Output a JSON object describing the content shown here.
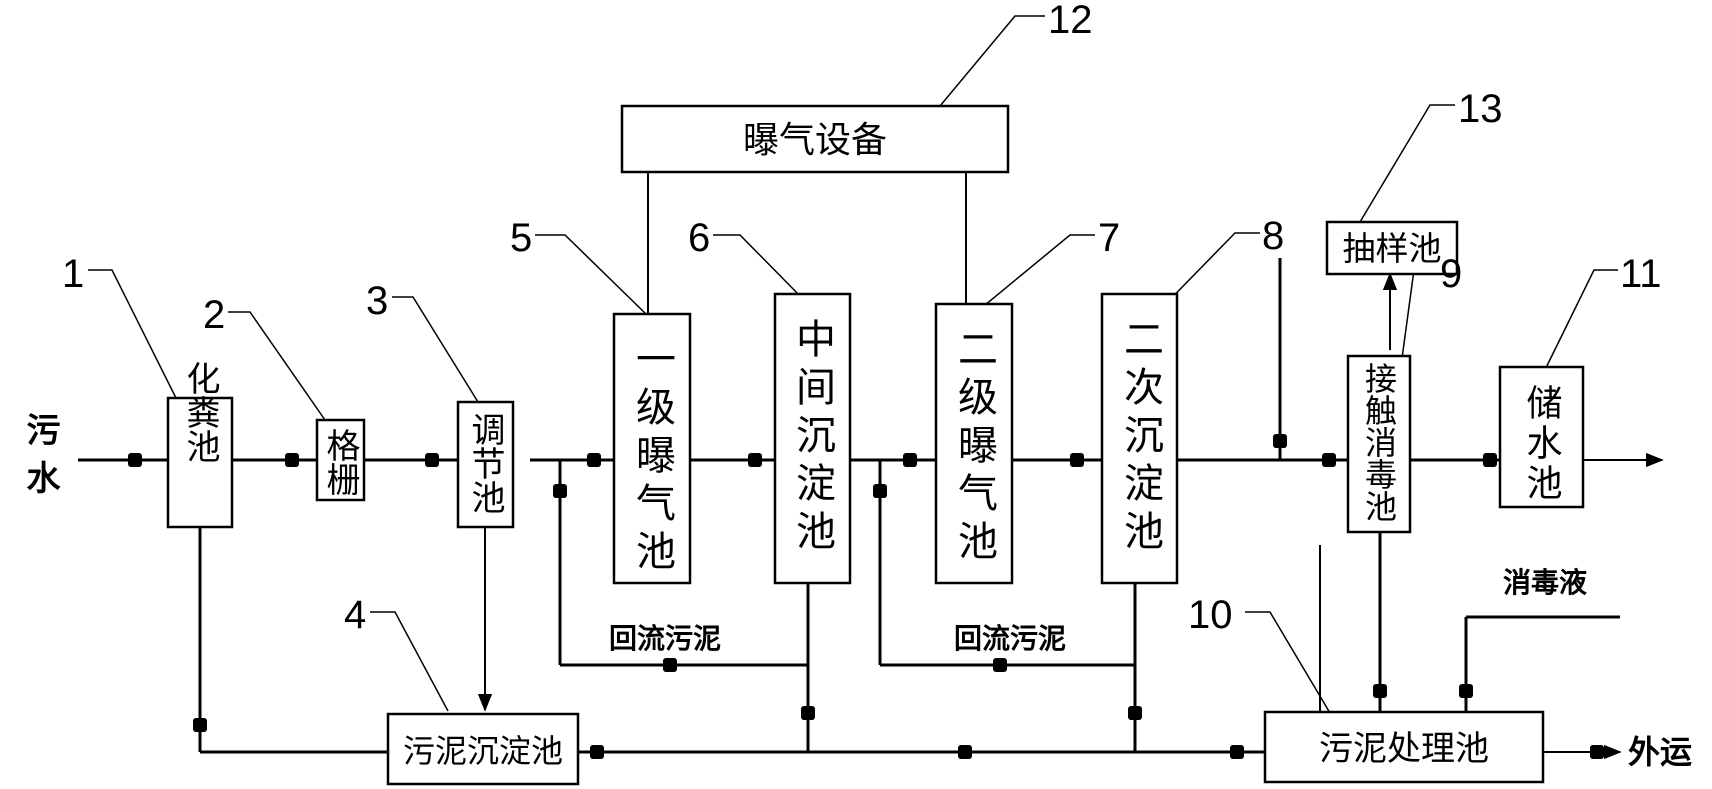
{
  "units": {
    "septic_tank": {
      "num": "1",
      "label": "化粪池"
    },
    "screen": {
      "num": "2",
      "label": "格栅"
    },
    "equalization_tank": {
      "num": "3",
      "label": "调节池"
    },
    "sludge_settling_tank": {
      "num": "4",
      "label": "污泥沉淀池"
    },
    "primary_aeration_tank": {
      "num": "5",
      "label": "一级曝气池"
    },
    "intermediate_settling_tank": {
      "num": "6",
      "label": "中间沉淀池"
    },
    "secondary_aeration_tank": {
      "num": "7",
      "label": "二级曝气池"
    },
    "secondary_settling_tank": {
      "num": "8",
      "label": "二次沉淀池"
    },
    "contact_disinfection_tank": {
      "num": "9",
      "label": "接触消毒池"
    },
    "sludge_treatment_tank": {
      "num": "10",
      "label": "污泥处理池"
    },
    "storage_tank": {
      "num": "11",
      "label": "储水池"
    },
    "aeration_equipment": {
      "num": "12",
      "label": "曝气设备"
    },
    "sampling_tank": {
      "num": "13",
      "label": "抽样池"
    }
  },
  "labels": {
    "sewage_in": "污水",
    "return_sludge_1": "回流污泥",
    "return_sludge_2": "回流污泥",
    "disinfectant": "消毒液",
    "outbound": "外运"
  }
}
